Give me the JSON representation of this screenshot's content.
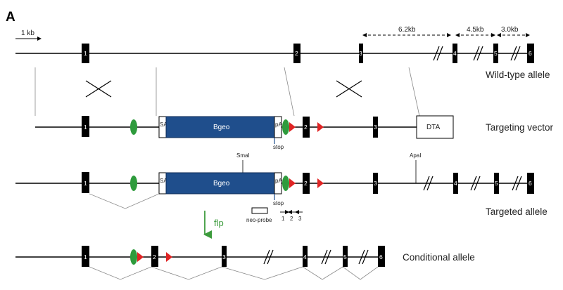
{
  "panel_label": "A",
  "scale_bar_label": "1 kb",
  "distances": [
    "6.2kb",
    "4.5kb",
    "3.0kb"
  ],
  "row_labels": {
    "wild_type": "Wild-type allele",
    "targeting_vector": "Targeting vector",
    "targeted": "Targeted allele",
    "conditional": "Conditional allele"
  },
  "elements": {
    "sa": "SA",
    "pa": "pA",
    "bgeo": "Bgeo",
    "dta": "DTA",
    "stop": "stop",
    "smal": "SmaI",
    "apal": "ApaI",
    "neo_probe": "neo-probe",
    "primers": [
      "1",
      "2",
      "3"
    ]
  },
  "flp_label": "flp",
  "exon_labels": {
    "wild_type": [
      "1",
      "2",
      "3",
      "4",
      "5",
      "6"
    ],
    "targeting_vector": [
      "1",
      "2",
      "3"
    ],
    "targeted": [
      "1",
      "2",
      "3",
      "4",
      "5",
      "6"
    ],
    "conditional": [
      "1",
      "2",
      "3",
      "4",
      "5",
      "6"
    ]
  },
  "colors": {
    "exon": "#000000",
    "frt_site": "#2e9b3c",
    "loxp_site": "#e02424",
    "bgeo_cassette": "#1f4e8c",
    "flp_arrow": "#3c9b3c"
  }
}
